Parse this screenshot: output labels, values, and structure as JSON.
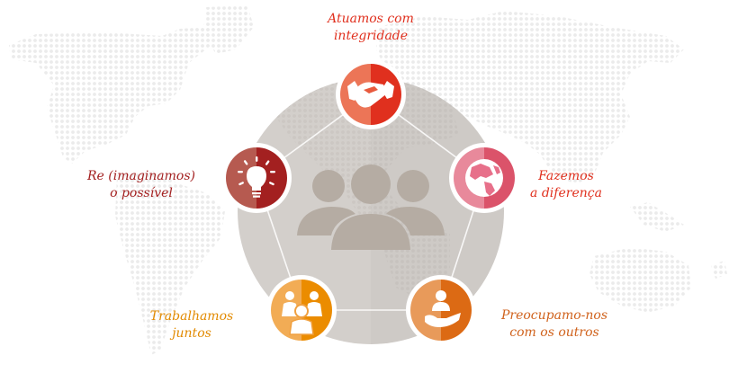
{
  "diagram": {
    "type": "values-wheel",
    "center_icon": "group-of-people-icon",
    "colors": {
      "background": "#ffffff",
      "map_dots": "#ebebeb",
      "big_circle": "#d3cfcb",
      "center_people": "#b5aca3",
      "connector_lines": "#ffffff"
    },
    "values": [
      {
        "id": "integrity",
        "line1": "Atuamos com",
        "line2": "integridade",
        "icon": "handshake-icon",
        "color_left": "#ec7557",
        "color_right": "#e0301e",
        "text_color": "#e0301e"
      },
      {
        "id": "difference",
        "line1": "Fazemos",
        "line2": "a diferença",
        "icon": "globe-icon",
        "color_left": "#e8899b",
        "color_right": "#db536a",
        "text_color": "#e0301e"
      },
      {
        "id": "care",
        "line1": "Preocupamo-nos",
        "line2": "com os outros",
        "icon": "hand-holding-person-icon",
        "color_left": "#e89a5a",
        "color_right": "#dc6a14",
        "text_color": "#d0621c"
      },
      {
        "id": "together",
        "line1": "Trabalhamos",
        "line2": "juntos",
        "icon": "team-people-icon",
        "color_left": "#f2ac55",
        "color_right": "#eb8c00",
        "text_color": "#e28a00"
      },
      {
        "id": "reimagine",
        "line1": "Re (imaginamos)",
        "line2": "o possível",
        "icon": "lightbulb-icon",
        "color_left": "#b65a50",
        "color_right": "#a32020",
        "text_color": "#a32020"
      }
    ]
  }
}
